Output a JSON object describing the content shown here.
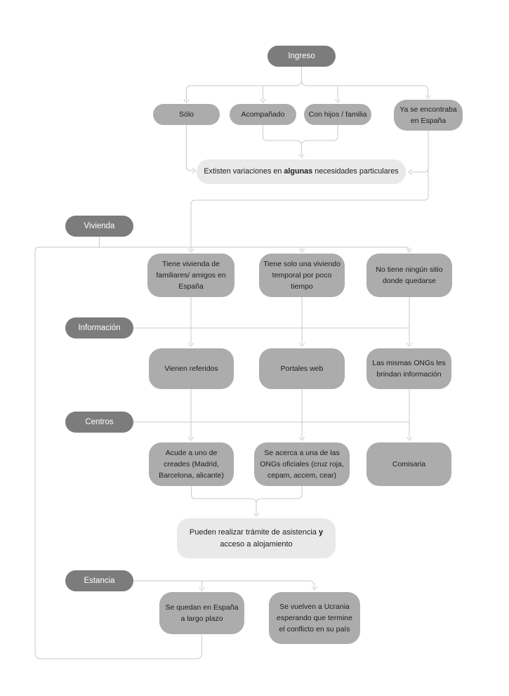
{
  "colors": {
    "background": "#ffffff",
    "stage_fill": "#7c7c7c",
    "stage_text": "#ffffff",
    "node_fill": "#acacac",
    "node_text": "#1d1d1d",
    "note_fill": "#e9e9ea",
    "connector": "#c9c9c9"
  },
  "stages": {
    "ingreso": "Ingreso",
    "vivienda": "Vivienda",
    "informacion": "Información",
    "centros": "Centros",
    "estancia": "Estancia"
  },
  "nodes": {
    "solo": "Sólo",
    "acompanado": "Acompañado",
    "con_hijos": "Con hijos / familia",
    "ya_estaba": "Ya se encontraba en España",
    "vivienda_familiares": "Tiene vivienda de familiares/ amigos en España",
    "vivienda_temporal": "Tiene solo una viviendo temporal por poco tiempo",
    "sin_sitio": "No tiene ningún sitio donde quedarse",
    "vienen_referidos": "Vienen referidos",
    "portales_web": "Portales web",
    "ongs_brindan_info": "Las mismas ONGs les brindan información",
    "acude_creades": "Acude a uno de creades (Madrid, Barcelona, alicante)",
    "ongs_oficiales": "Se acerca a una de las ONGs oficiales (cruz roja, cepam, accem, cear)",
    "comisaria": "Comisaria",
    "se_quedan": "Se quedan en España a largo plazo",
    "se_vuelven": "Se vuelven a Ucrania esperando que termine el conflicto en su país"
  },
  "notes": {
    "variaciones": {
      "prefix": "Extisten variaciones en ",
      "bold": "algunas",
      "suffix": " necesidades particulares"
    },
    "tramite": {
      "prefix": "Pueden realizar trámite de asistencia ",
      "bold": "y",
      "suffix": " acceso a alojamiento"
    }
  },
  "edges": [
    [
      "ingreso",
      "solo"
    ],
    [
      "ingreso",
      "acompanado"
    ],
    [
      "ingreso",
      "con_hijos"
    ],
    [
      "ingreso",
      "ya_estaba"
    ],
    [
      "solo",
      "nota_variaciones"
    ],
    [
      "acompanado",
      "nota_variaciones"
    ],
    [
      "con_hijos",
      "nota_variaciones"
    ],
    [
      "ya_estaba",
      "nota_variaciones"
    ],
    [
      "ya_estaba",
      "vivienda"
    ],
    [
      "vivienda",
      "vivienda_familiares"
    ],
    [
      "vivienda",
      "vivienda_temporal"
    ],
    [
      "vivienda",
      "sin_sitio"
    ],
    [
      "vivienda_familiares",
      "vienen_referidos"
    ],
    [
      "vivienda_temporal",
      "portales_web"
    ],
    [
      "sin_sitio",
      "ongs_brindan_info"
    ],
    [
      "vienen_referidos",
      "acude_creades"
    ],
    [
      "portales_web",
      "ongs_oficiales"
    ],
    [
      "ongs_brindan_info",
      "comisaria"
    ],
    [
      "acude_creades",
      "nota_tramite"
    ],
    [
      "ongs_oficiales",
      "nota_tramite"
    ],
    [
      "estancia",
      "se_quedan"
    ],
    [
      "estancia",
      "se_vuelven"
    ],
    [
      "se_quedan",
      "vivienda"
    ]
  ]
}
